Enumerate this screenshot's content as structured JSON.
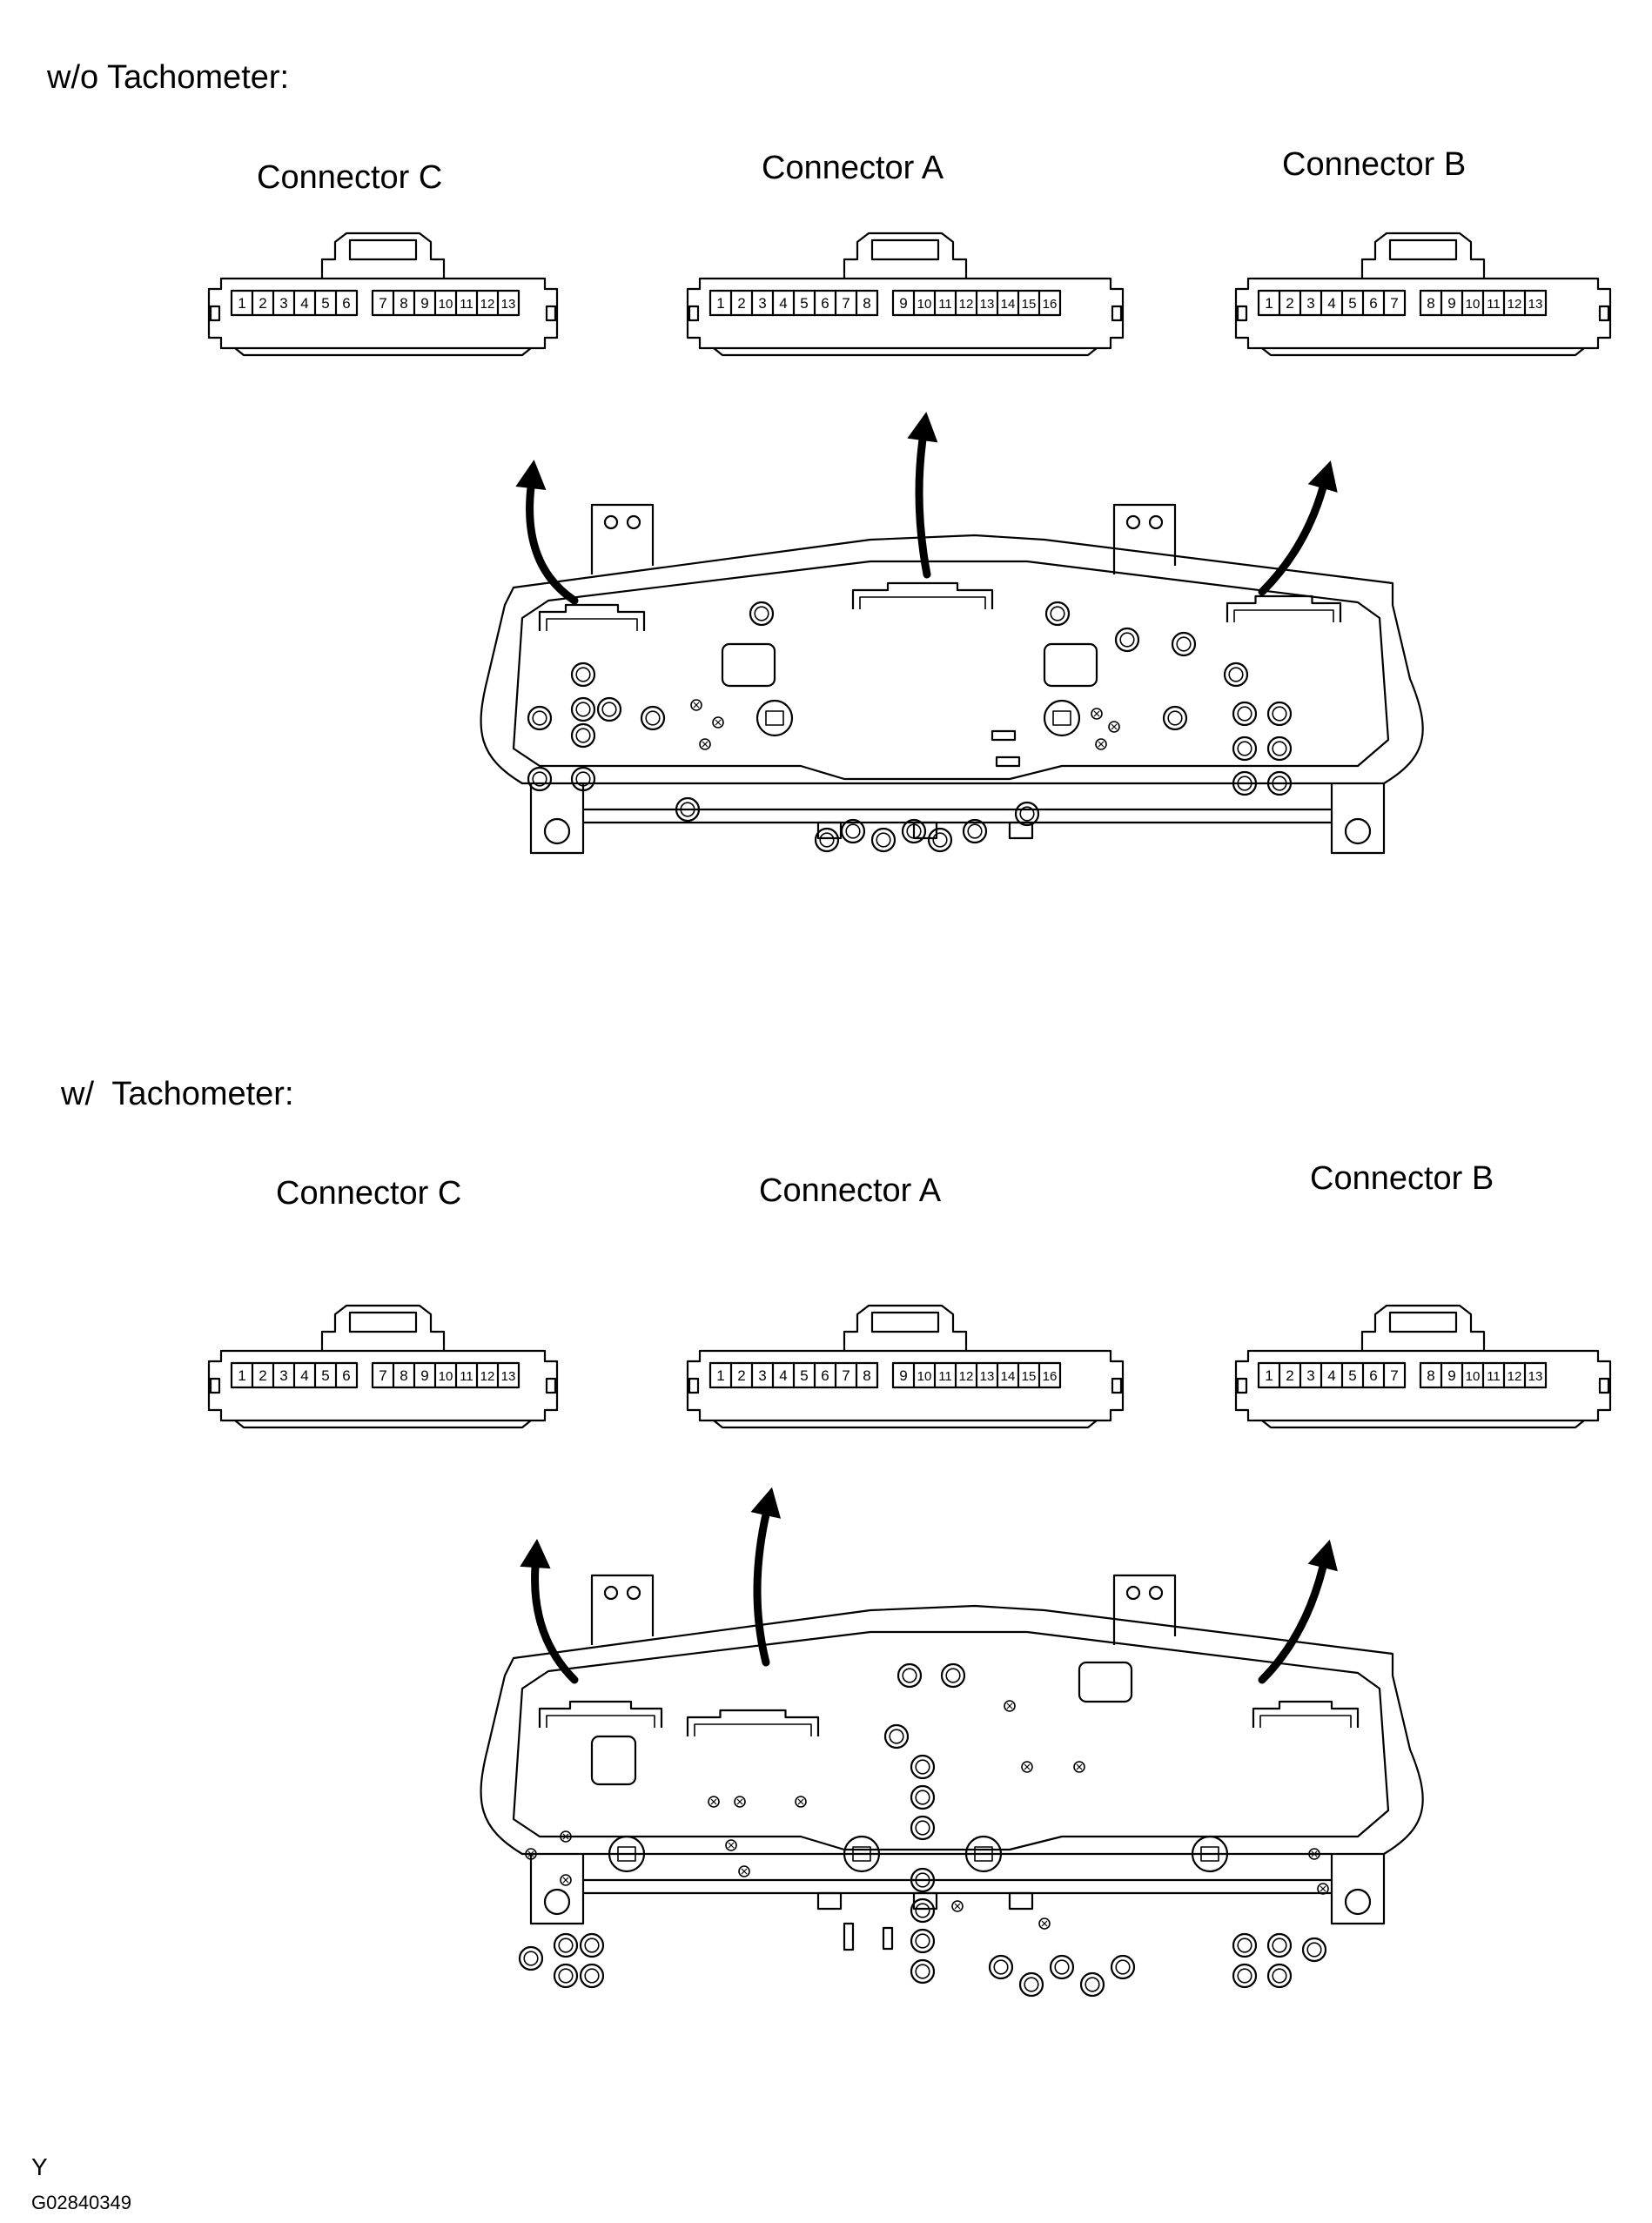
{
  "sections": [
    {
      "title": "w/o Tachometer:",
      "connectors": {
        "C": {
          "label": "Connector C",
          "pins": [
            "1",
            "2",
            "3",
            "4",
            "5",
            "6",
            "7",
            "8",
            "9",
            "10",
            "11",
            "12",
            "13"
          ]
        },
        "A": {
          "label": "Connector A",
          "pins": [
            "1",
            "2",
            "3",
            "4",
            "5",
            "6",
            "7",
            "8",
            "9",
            "10",
            "11",
            "12",
            "13",
            "14",
            "15",
            "16"
          ]
        },
        "B": {
          "label": "Connector B",
          "pins": [
            "1",
            "2",
            "3",
            "4",
            "5",
            "6",
            "7",
            "8",
            "9",
            "10",
            "11",
            "12",
            "13"
          ]
        }
      }
    },
    {
      "title": "w/  Tachometer:",
      "connectors": {
        "C": {
          "label": "Connector C",
          "pins": [
            "1",
            "2",
            "3",
            "4",
            "5",
            "6",
            "7",
            "8",
            "9",
            "10",
            "11",
            "12",
            "13"
          ]
        },
        "A": {
          "label": "Connector A",
          "pins": [
            "1",
            "2",
            "3",
            "4",
            "5",
            "6",
            "7",
            "8",
            "9",
            "10",
            "11",
            "12",
            "13",
            "14",
            "15",
            "16"
          ]
        },
        "B": {
          "label": "Connector B",
          "pins": [
            "1",
            "2",
            "3",
            "4",
            "5",
            "6",
            "7",
            "8",
            "9",
            "10",
            "11",
            "12",
            "13"
          ]
        }
      }
    }
  ],
  "footer": {
    "mark": "Y",
    "code": "G02840349"
  }
}
